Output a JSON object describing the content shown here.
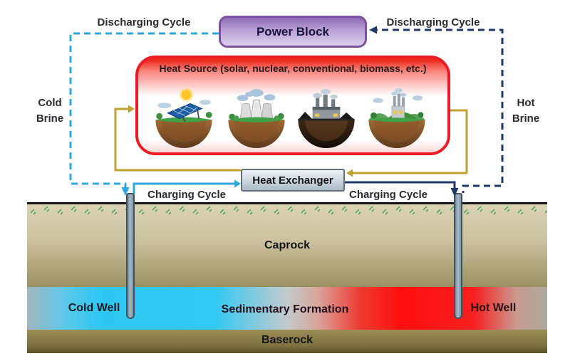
{
  "power_block": {
    "label": "Power Block"
  },
  "heat_source": {
    "title": "Heat Source (solar, nuclear, conventional, biomass, etc.)",
    "icons": [
      "solar-globe-icon",
      "nuclear-globe-icon",
      "conventional-globe-icon",
      "biomass-globe-icon"
    ]
  },
  "heat_exchanger": {
    "label": "Heat Exchanger"
  },
  "flow_labels": {
    "discharging_left": "Discharging Cycle",
    "discharging_right": "Discharging Cycle",
    "charging_left": "Charging Cycle",
    "charging_right": "Charging Cycle",
    "cold_brine": "Cold Brine",
    "hot_brine": "Hot Brine"
  },
  "subsurface": {
    "caprock_label": "Caprock",
    "sedimentary_label": "Sedimentary Formation",
    "baserock_label": "Baserock",
    "cold_well_label": "Cold Well",
    "hot_well_label": "Hot Well"
  },
  "colors": {
    "cold_cycle_line": "#2ba9df",
    "hot_cycle_line": "#1f3864",
    "heat_loop_line": "#bfa232",
    "power_block_border": "#7b52a0",
    "heat_source_border": "#ec1c24",
    "cold_zone": "#2dc7f2",
    "hot_zone": "#ff0e0e",
    "caprock_rock": "#c9bf9c",
    "baserock_rock": "#8a7d4e"
  }
}
